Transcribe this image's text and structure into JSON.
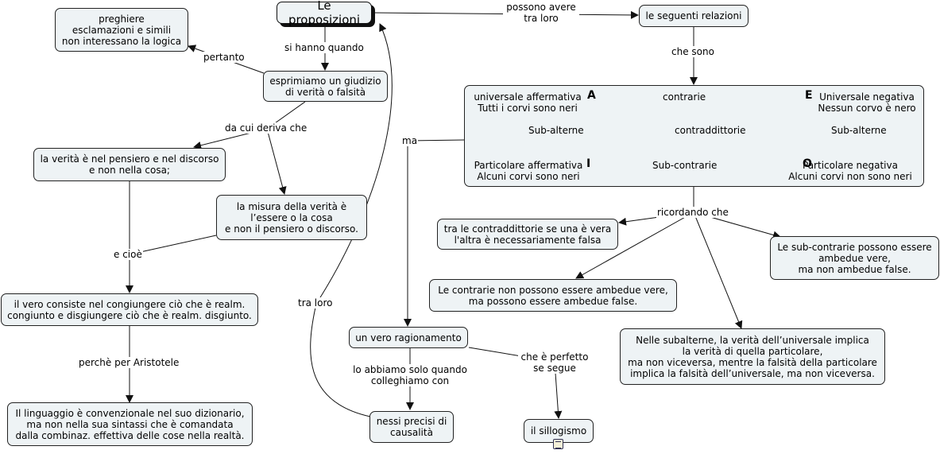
{
  "root": "Le proposizioni",
  "nodes": {
    "preghiere": "preghiere\nesclamazioni e simili\nnon interessano la logica",
    "giudizio": "esprimiamo un giudizio\ndi verità o falsità",
    "verita_pensiero": "la verità è nel pensiero e nel discorso\ne non nella cosa;",
    "misura": "la misura della verità è\nl’essere o la cosa\ne non il pensiero o discorso.",
    "vero_consiste": "il vero consiste nel congiungere ciò che è realm.\ncongiunto e disgiungere ciò che è realm. disgiunto.",
    "linguaggio": "Il linguaggio è convenzionale nel suo dizionario,\nma non nella sua sintassi che è comandata\ndalla combinaz. effettiva delle cose nella realtà.",
    "relazioni": "le seguenti relazioni",
    "contraddittorie": "tra le contraddittorie se una è vera\nl'altra è necessariamente falsa",
    "subcontrarie": "Le sub-contrarie possono essere\nambedue vere,\nma non ambedue false.",
    "contrarie": "Le contrarie non possono essere ambedue vere,\nma possono essere ambedue false.",
    "subalterne": "Nelle subalterne, la verità dell’universale implica\nla verità di quella particolare,\nma non viceversa, mentre la falsità della particolare\nimplica la falsità dell’universale, ma non viceversa.",
    "ragionamento": "un vero ragionamento",
    "nessi": "nessi precisi di\ncausalità",
    "sillogismo": "il sillogismo"
  },
  "square": {
    "a_text": "universale affermativa\nTutti i corvi sono neri",
    "a_letter": "A",
    "contrarie": "contrarie",
    "e_letter": "E",
    "e_text": "Universale negativa\nNessun corvo è nero",
    "subalterne_left": "Sub-alterne",
    "contraddittorie": "contraddittorie",
    "subalterne_right": "Sub-alterne",
    "i_text": "Particolare affermativa\nAlcuni corvi sono neri",
    "i_letter": "I",
    "subcontrarie": "Sub-contrarie",
    "o_letter": "O",
    "o_text": "Particolare negativa\nAlcuni corvi non sono neri"
  },
  "links": {
    "possono_avere": "possono avere\ntra loro",
    "si_hanno_quando": "si hanno quando",
    "pertanto": "pertanto",
    "che_sono": "che sono",
    "da_cui_deriva": "da cui deriva che",
    "ma": "ma",
    "e_cioe": "e cioè",
    "ricordando_che": "ricordando che",
    "tra_loro": "tra loro",
    "perche_aristotele": "perchè per Aristotele",
    "solo_quando": "lo abbiamo solo quando\ncolleghiamo con",
    "che_perfetto": "che è perfetto\nse segue"
  },
  "colors": {
    "node_bg": "#eef3f5",
    "line": "#111111"
  },
  "icons": {
    "sillogismo_resource": "document-icon"
  }
}
